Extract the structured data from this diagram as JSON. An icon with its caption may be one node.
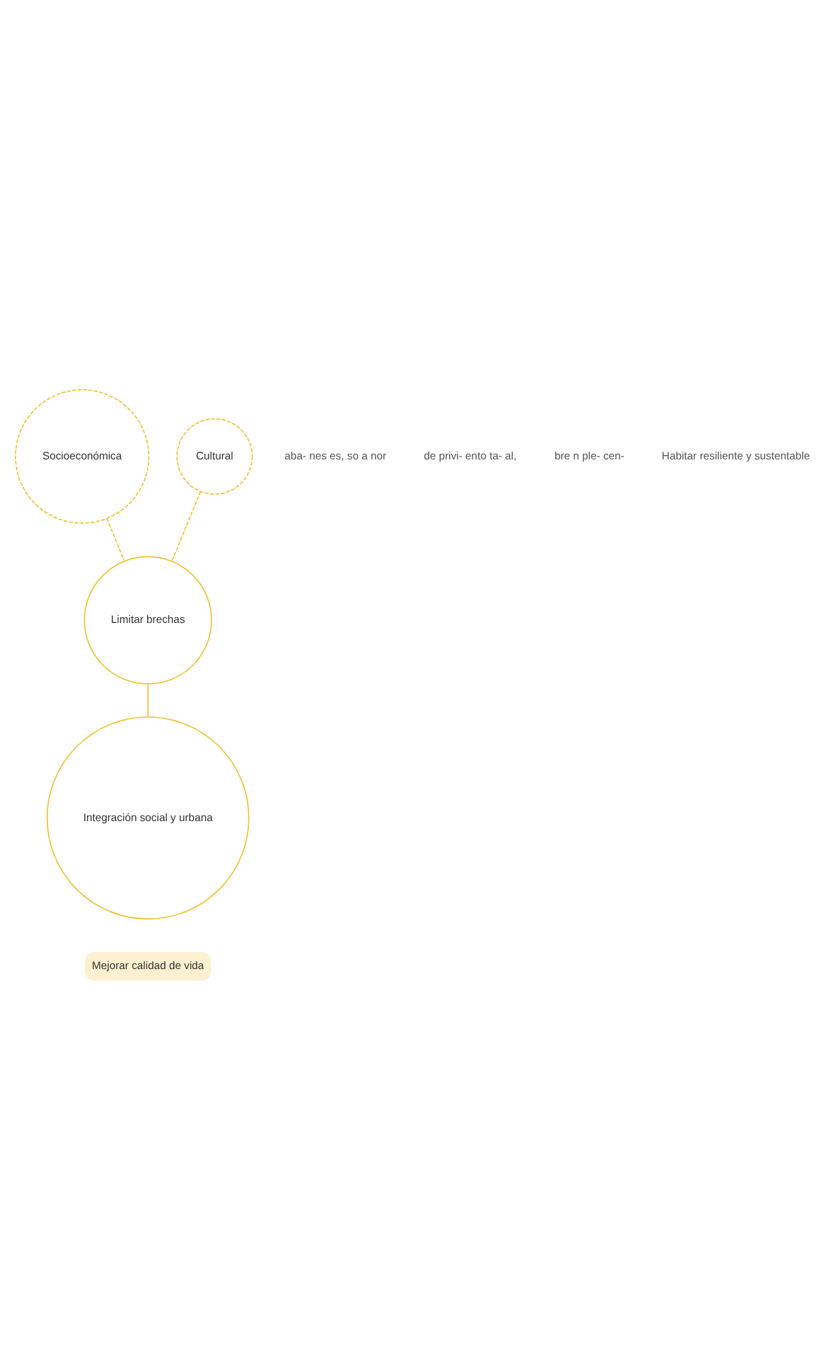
{
  "diagram": {
    "nodes": [
      {
        "text": [
          "Socioeconómica"
        ]
      },
      {
        "text": [
          "Cultural"
        ]
      },
      {
        "text": [
          "Limitar brechas"
        ]
      },
      {
        "text": [
          "Integración social y urbana"
        ]
      },
      {
        "text": [
          "Mejorar calidad de vida"
        ]
      }
    ],
    "edges": [
      {
        "from": 0,
        "to": 2,
        "arrow": "none",
        "style": "dashed"
      },
      {
        "from": 1,
        "to": 2,
        "arrow": "none",
        "style": "dashed"
      },
      {
        "from": 2,
        "to": 3,
        "arrow": "none"
      }
    ],
    "labels": [
      "aba- nes es, so a nor",
      "de privi- ento ta- al,",
      "bre n ple- cen-",
      "Habitar resiliente y sustentable"
    ]
  }
}
